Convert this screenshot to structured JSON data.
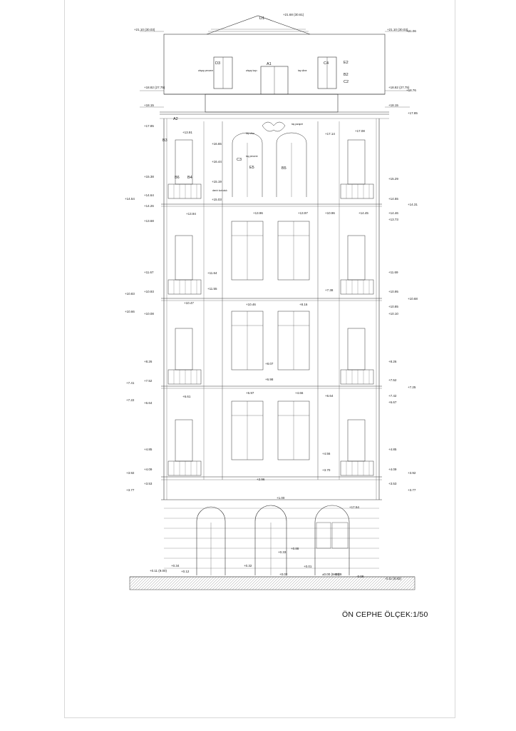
{
  "drawing": {
    "title": "ÖN CEPHE ÖLÇEK:1/50"
  },
  "elevations_left": [
    "+21.10 (30.03)",
    "+18.82 (27.75)",
    "+18.15",
    "+17.85",
    "+15.38",
    "+14.64",
    "+14.54",
    "+14.26",
    "+13.68",
    "+11.67",
    "+10.93",
    "+10.83",
    "+10.66",
    "+10.08",
    "+8.26",
    "+7.52",
    "+7.41",
    "+7.22",
    "+6.64",
    "+4.85",
    "+4.09",
    "+3.92",
    "+3.53",
    "+3.77",
    "+0.34",
    "+0.11 (9.00)",
    "+0.12"
  ],
  "elevations_right": [
    "+21.10 (30.03)",
    "+21.06",
    "+18.82 (27.75)",
    "+18.76",
    "+18.15",
    "+17.85",
    "+15.29",
    "+14.55",
    "+14.31",
    "+14.46",
    "+13.73",
    "+11.69",
    "+10.95",
    "+10.68",
    "+10.85",
    "+10.10",
    "+8.26",
    "+7.52",
    "+7.25",
    "+7.42",
    "+6.67",
    "+4.85",
    "+4.09",
    "+3.92",
    "+3.53",
    "+3.77",
    "-0.11 (8.82)",
    "-0.08"
  ],
  "elevations_center": [
    "+21.68 (30.61)",
    "+16.65",
    "+16.44",
    "+15.19",
    "+15.03",
    "+13.96",
    "+13.97",
    "+11.64",
    "+11.55",
    "+10.47",
    "+10.46",
    "+8.16",
    "+8.07",
    "+6.98",
    "+6.97",
    "+4.66",
    "+4.56",
    "+3.70",
    "+2.96",
    "+1.00",
    "+0.88",
    "+0.33",
    "+0.32",
    "+0.01",
    "+0.02",
    "±0.00 (8.93)",
    "+3.09",
    "+17.54",
    "+17.14",
    "+17.08",
    "+13.91",
    "+13.94",
    "+14.45",
    "+10.96",
    "+7.38",
    "+6.64",
    "+6.61"
  ],
  "codes": [
    "D1",
    "D3",
    "A1",
    "C4",
    "E2",
    "B2",
    "C2",
    "A2",
    "B3",
    "C3",
    "E5",
    "B5",
    "B6",
    "B4"
  ],
  "notes": [
    "ahşap pencere",
    "ahşap kapı",
    "taş silme",
    "taş söve",
    "taş parapet",
    "demir korkuluk",
    "taş pencere"
  ]
}
